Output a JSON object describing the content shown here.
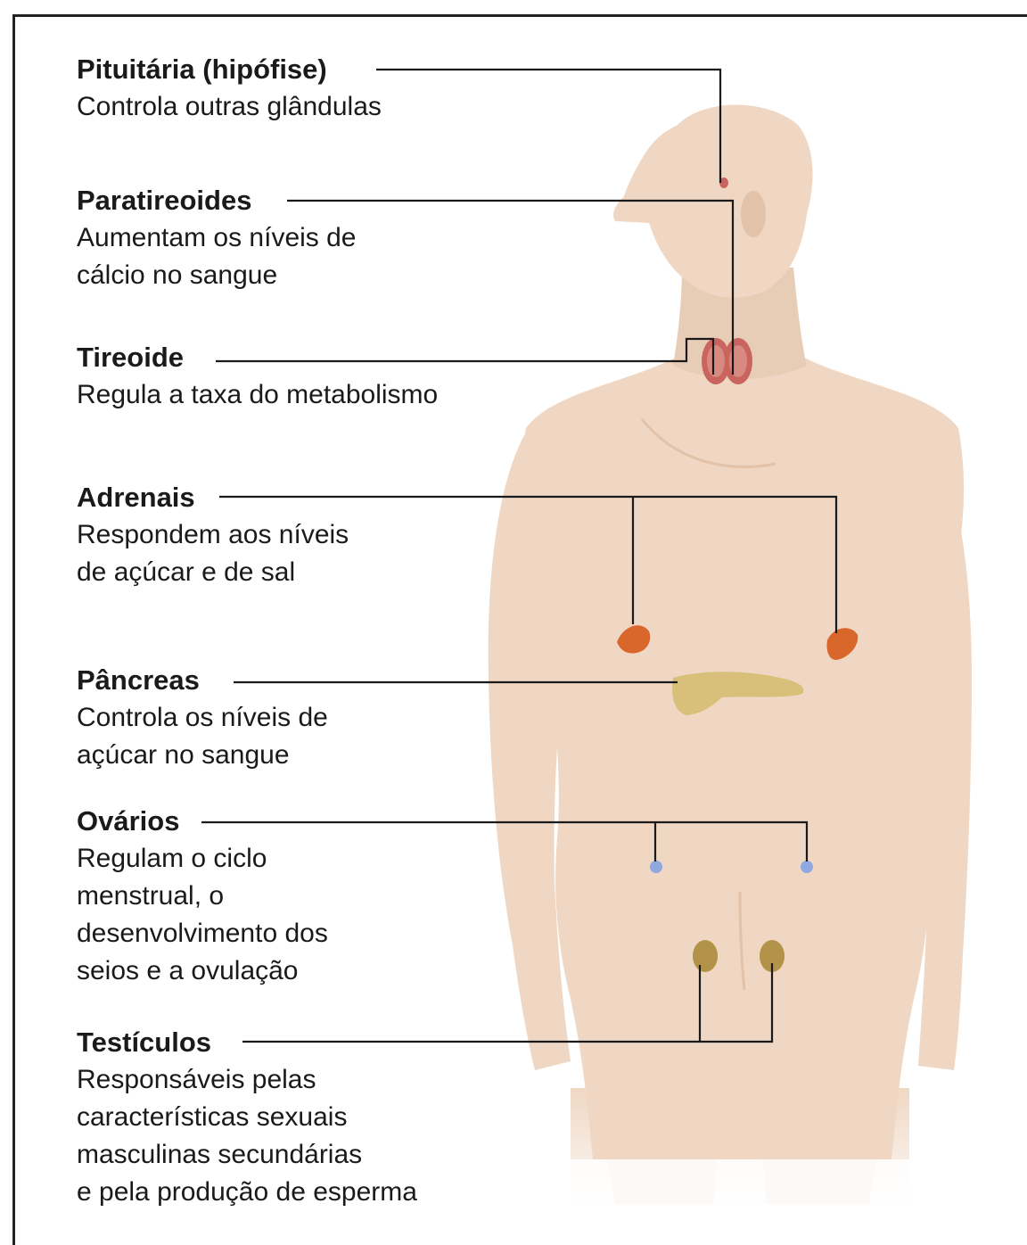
{
  "labels": [
    {
      "id": "pituitary",
      "name": "Pituitária (hipófise)",
      "lines": [
        "Controla outras glândulas"
      ]
    },
    {
      "id": "parathyroids",
      "name": "Paratireoides",
      "lines": [
        "Aumentam os níveis de",
        "cálcio no sangue"
      ]
    },
    {
      "id": "thyroid",
      "name": "Tireoide",
      "lines": [
        "Regula a taxa do metabolismo"
      ]
    },
    {
      "id": "adrenals",
      "name": "Adrenais",
      "lines": [
        "Respondem aos níveis",
        "de açúcar e de sal"
      ]
    },
    {
      "id": "pancreas",
      "name": "Pâncreas",
      "lines": [
        "Controla os níveis de",
        "açúcar no sangue"
      ]
    },
    {
      "id": "ovaries",
      "name": "Ovários",
      "lines": [
        "Regulam o ciclo",
        "menstrual, o",
        "desenvolvimento dos",
        "seios e a ovulação"
      ]
    },
    {
      "id": "testes",
      "name": "Testículos",
      "lines": [
        "Responsáveis pelas",
        "características sexuais",
        "masculinas secundárias",
        "e pela produção de esperma"
      ]
    }
  ],
  "colors": {
    "skin": "#efd7c3",
    "skin_shadow": "#e2c2a8",
    "leader_line": "#1a1a1a",
    "thyroid": "#c9645e",
    "adrenal": "#d9662a",
    "pancreas": "#d8c07a",
    "ovary": "#8fa8df",
    "testis": "#b3924a"
  }
}
